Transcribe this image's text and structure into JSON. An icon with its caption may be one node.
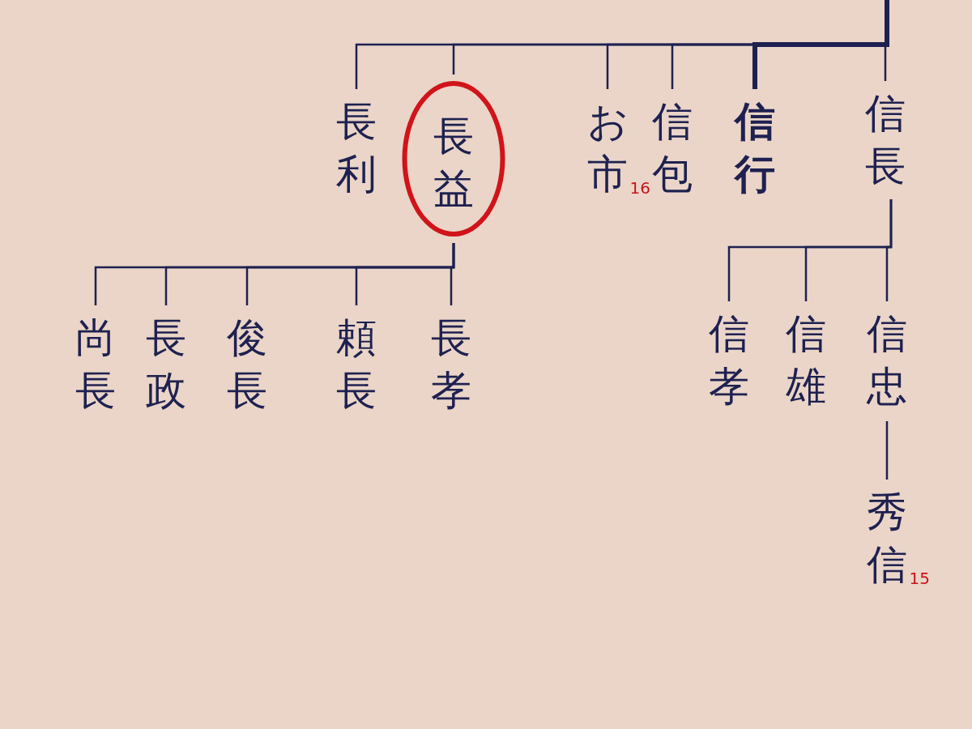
{
  "diagram": {
    "nodes": [
      {
        "text": [
          "長利"
        ]
      },
      {
        "text": [
          "長益"
        ]
      },
      {
        "text": [
          "お市"
        ],
        "beside": [
          "16"
        ]
      },
      {
        "text": [
          "信包"
        ]
      },
      {
        "text": [
          "信行"
        ]
      },
      {
        "text": [
          "信長"
        ]
      },
      {
        "text": [
          "尚長"
        ]
      },
      {
        "text": [
          "長政"
        ]
      },
      {
        "text": [
          "俊長"
        ]
      },
      {
        "text": [
          "頼長"
        ]
      },
      {
        "text": [
          "長孝"
        ]
      },
      {
        "text": [
          "信孝"
        ]
      },
      {
        "text": [
          "信雄"
        ]
      },
      {
        "text": [
          "信忠"
        ]
      },
      {
        "text": [
          "秀信"
        ],
        "beside": [
          "15"
        ]
      }
    ],
    "edges": [
      {
        "from": null,
        "to": 0,
        "arrow": "none"
      },
      {
        "from": null,
        "to": 1,
        "arrow": "none"
      },
      {
        "from": null,
        "to": 2,
        "arrow": "none"
      },
      {
        "from": null,
        "to": 3,
        "arrow": "none"
      },
      {
        "from": null,
        "to": 4,
        "arrow": "none",
        "style": "thick"
      },
      {
        "from": null,
        "to": 5,
        "arrow": "none"
      },
      {
        "from": 1,
        "to": 6,
        "arrow": "none"
      },
      {
        "from": 1,
        "to": 7,
        "arrow": "none"
      },
      {
        "from": 1,
        "to": 8,
        "arrow": "none"
      },
      {
        "from": 1,
        "to": 9,
        "arrow": "none"
      },
      {
        "from": 1,
        "to": 10,
        "arrow": "none"
      },
      {
        "from": 5,
        "to": 11,
        "arrow": "none"
      },
      {
        "from": 5,
        "to": 12,
        "arrow": "none"
      },
      {
        "from": 5,
        "to": 13,
        "arrow": "none"
      },
      {
        "from": 13,
        "to": 14,
        "arrow": "none"
      }
    ]
  }
}
